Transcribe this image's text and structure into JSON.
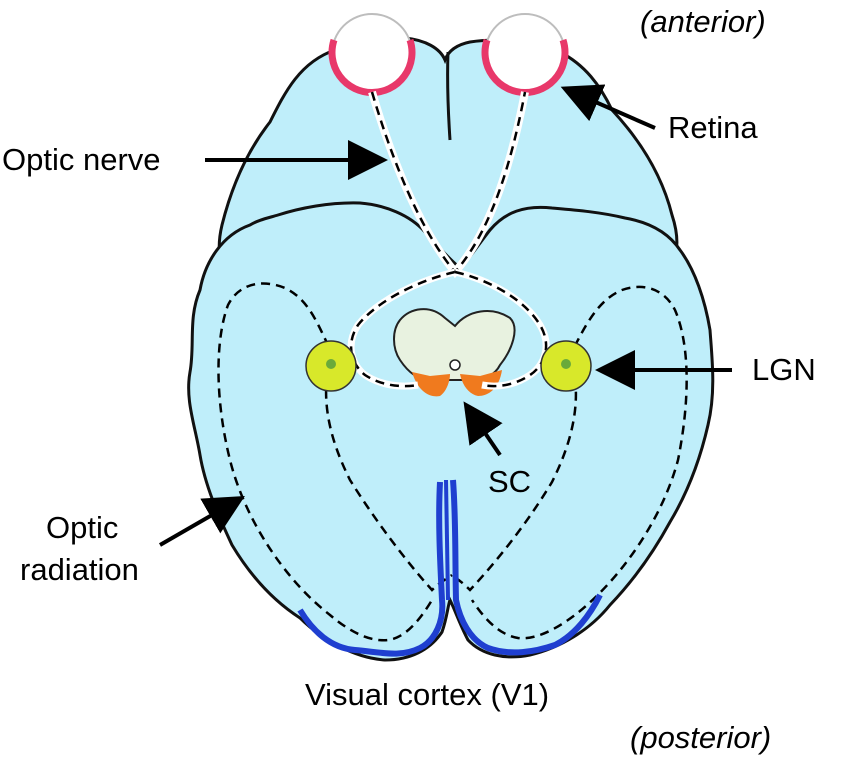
{
  "labels": {
    "anterior": "(anterior)",
    "posterior": "(posterior)",
    "retina": "Retina",
    "optic_nerve": "Optic nerve",
    "lgn": "LGN",
    "sc": "SC",
    "optic_radiation_line1": "Optic",
    "optic_radiation_line2": "radiation",
    "visual_cortex": "Visual cortex (V1)"
  },
  "colors": {
    "brain_fill": "#bfeefa",
    "outline": "#111111",
    "retina": "#e8386a",
    "lgn": "#d8e82a",
    "sc": "#f07a1e",
    "midbrain": "#e8f2e0",
    "cortex": "#1f3fd0",
    "pathway": "#000000"
  }
}
